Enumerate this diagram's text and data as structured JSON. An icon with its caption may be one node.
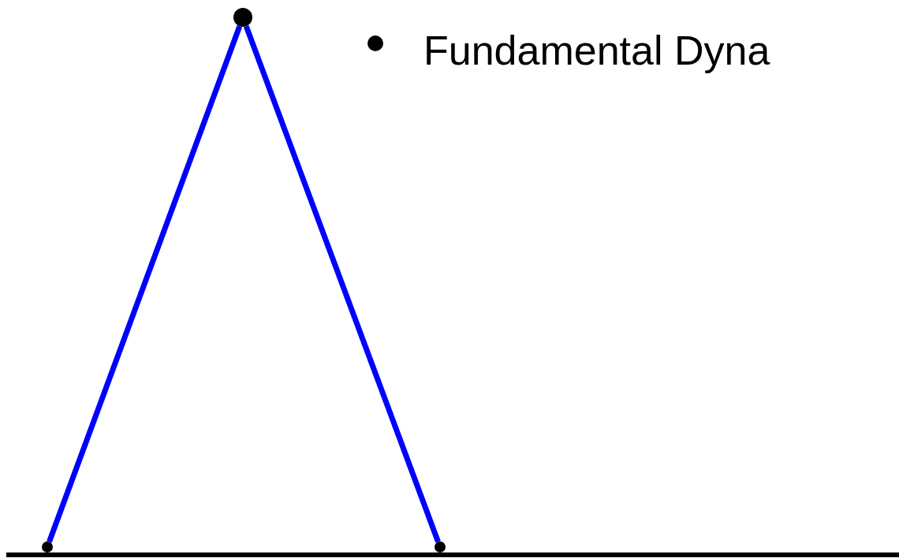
{
  "diagram": {
    "nodes": [
      {
        "text": [],
        "shape": "circle"
      },
      {
        "text": [],
        "shape": "circle"
      },
      {
        "text": [],
        "shape": "circle"
      }
    ],
    "edges": [
      {
        "from": 0,
        "to": 1,
        "arrow": "none"
      },
      {
        "from": 0,
        "to": 2,
        "arrow": "none"
      }
    ],
    "labels": [
      "Fundamental Dyna"
    ]
  }
}
